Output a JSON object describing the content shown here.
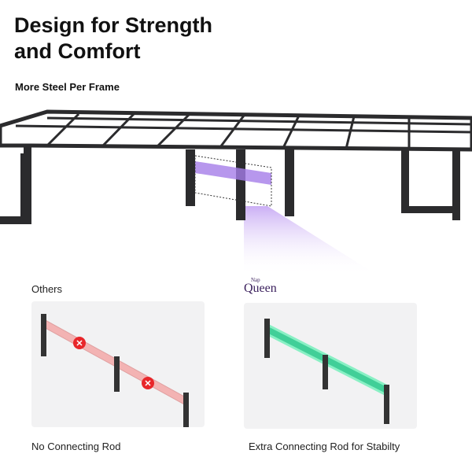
{
  "heading": {
    "line1": "Design for Strength",
    "line2": "and Comfort"
  },
  "subheading": "More Steel Per Frame",
  "comparison": {
    "left": {
      "label": "Others",
      "caption": "No Connecting Rod",
      "icon": "red-x-icon"
    },
    "right": {
      "brand_logo": "Nap Queen",
      "caption": "Extra Connecting Rod for Stabilty",
      "highlight": "#2ecc8f"
    }
  },
  "colors": {
    "accent": "#9b59f0",
    "error": "#e8262a",
    "frame": "#2b2b2d"
  }
}
